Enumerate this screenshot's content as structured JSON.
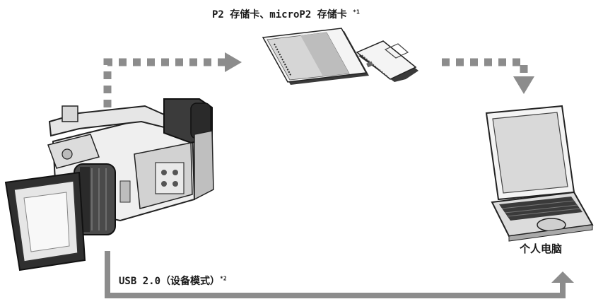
{
  "labels": {
    "cards": "P2 存储卡、microP2 存储卡 ",
    "cards_note": "*1",
    "computer": "个人电脑",
    "usb": "USB 2.0（设备模式）",
    "usb_note": "*2"
  },
  "colors": {
    "line": "#8c8c8c",
    "outline": "#222222",
    "device_light": "#f2f2f2",
    "device_mid": "#bdbdbd",
    "device_dark": "#3a3a3a"
  },
  "icons": [
    "camcorder-icon",
    "p2-card-icon",
    "microp2-card-icon",
    "laptop-icon"
  ]
}
